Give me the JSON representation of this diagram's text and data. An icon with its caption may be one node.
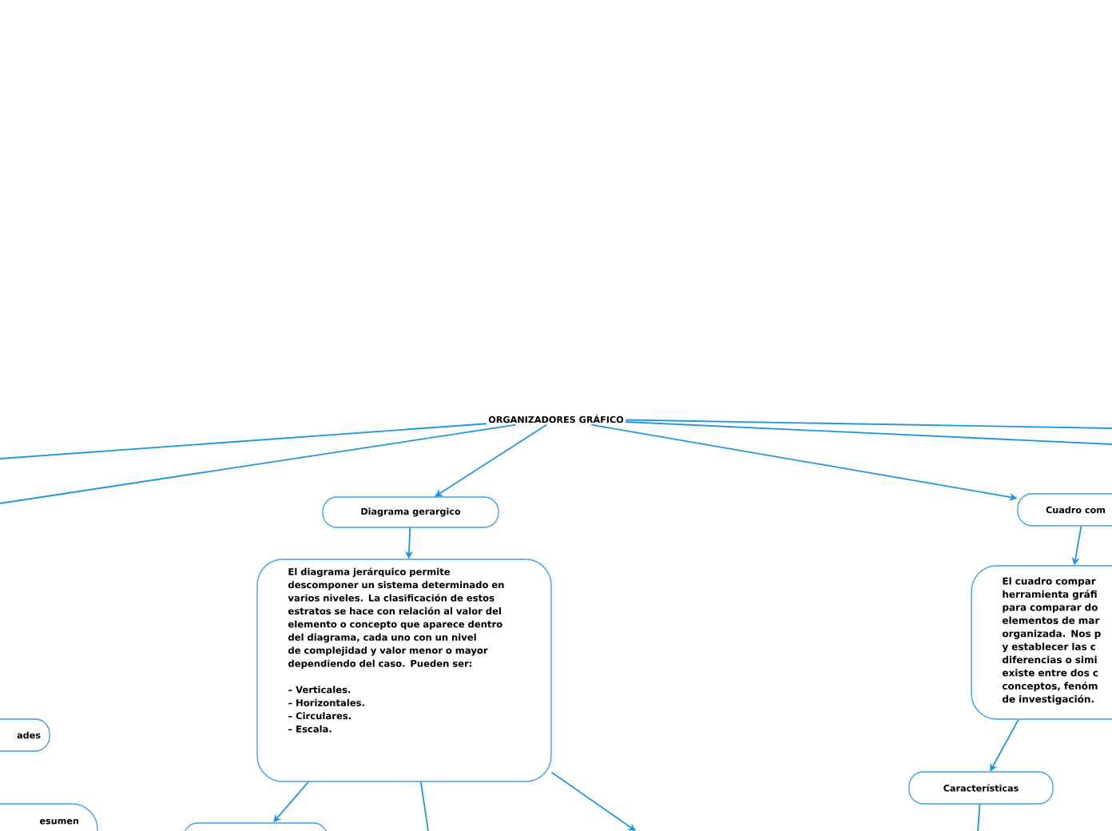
{
  "diagram": {
    "nodes": [
      {
        "text": [
          "ORGANIZADORES GRÁFICO"
        ]
      },
      {
        "text": [
          "Diagrama gerargico"
        ]
      },
      {
        "text": [
          "El diagrama jerárquico permite descomponer un sistema determinado en varios niveles. La clasificación de estos estratos se hace con relación al valor del elemento o concepto que aparece dentro del diagrama, cada uno con un nivel de complejidad y valor menor o mayor dependiendo del caso. Pueden ser:",
          "– Verticales.",
          "– Horizontales.",
          "– Circulares.",
          "– Escala."
        ]
      },
      {
        "text": [
          "Cuadro com"
        ]
      },
      {
        "text": [
          "El cuadro compar herramienta gráfi para comparar do elementos de mar organizada. Nos p y establecer las c diferencias o simi existe entre dos c conceptos, fenóm de investigación."
        ]
      },
      {
        "text": [
          "Características"
        ]
      },
      {
        "text": [
          "ades"
        ]
      },
      {
        "text": [
          "esumen"
        ]
      },
      {
        "text": [],
        "shape": "box"
      }
    ],
    "edges": [
      {
        "from": 0,
        "to": null,
        "arrow": "none"
      },
      {
        "from": 0,
        "to": null,
        "arrow": "none"
      },
      {
        "from": 0,
        "to": 1,
        "arrow": "to"
      },
      {
        "from": 0,
        "to": null,
        "arrow": "none"
      },
      {
        "from": 0,
        "to": null,
        "arrow": "none"
      },
      {
        "from": 0,
        "to": 3,
        "arrow": "to"
      },
      {
        "from": 1,
        "to": 2,
        "arrow": "to"
      },
      {
        "from": 2,
        "to": 8,
        "arrow": "to"
      },
      {
        "from": 2,
        "to": null,
        "arrow": "none"
      },
      {
        "from": 2,
        "to": null,
        "arrow": "to"
      },
      {
        "from": 3,
        "to": 4,
        "arrow": "to"
      },
      {
        "from": 4,
        "to": 5,
        "arrow": "to"
      },
      {
        "from": 5,
        "to": null,
        "arrow": "none"
      }
    ]
  }
}
